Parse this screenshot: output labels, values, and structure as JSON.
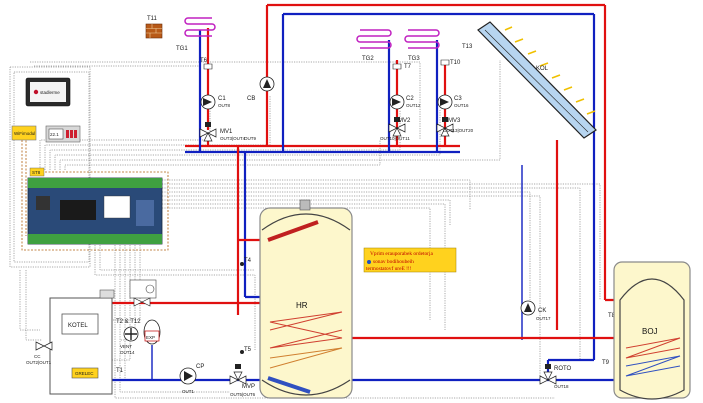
{
  "colors": {
    "hot": "#e01010",
    "cold": "#1020c0",
    "tank_fill": "#fdf7cc",
    "note_bg": "#ffd21e",
    "solar_glass": "#b7d5f0"
  },
  "controller": {
    "brand": "stadlerme",
    "wifi_label": "WiFimodul",
    "room_display": "22.1",
    "fuse_label": "ST8"
  },
  "sensors": {
    "t11": "T11",
    "t6": "T6",
    "t7": "T7",
    "t10": "T10",
    "t13": "T13",
    "t4": "T4",
    "t5": "T5",
    "t8": "T8",
    "t9": "T9",
    "t1": "T1",
    "t2_t12": "T2 & T12"
  },
  "heating_circuits": {
    "tg1": "TG1",
    "tg2": "TG2",
    "tg3": "TG3"
  },
  "pumps": {
    "c1": "C1",
    "c1_out": "OUT8",
    "cb": "CB",
    "cb_out": "OUT9",
    "c2": "C2",
    "c2_out": "OUT12",
    "c3": "C3",
    "c3_out": "OUT16",
    "ck": "CK",
    "ck_out": "OUT17",
    "cp": "CP",
    "cp_out": "OUT1"
  },
  "mixing_valves": {
    "mv1": "MV1",
    "mv1_out": "OUT3|OUT4",
    "mv2": "MV2",
    "mv2_out": "OUT10|OUT11",
    "mv3": "MV3",
    "mv3_out": "OUT13|OUT20",
    "mvp": "MVP",
    "mvp_out": "OUT5|OUT6",
    "roto": "ROTO",
    "roto_out": "OUT18"
  },
  "boiler": {
    "label": "KOTEL",
    "heater_label": "GRELEC",
    "cc_label": "CC",
    "cc_out": "OUT2|OUT1",
    "vent_label": "VENT",
    "vent_out": "OUT14",
    "expansion_label": "EXP"
  },
  "solar": {
    "label": "KOL"
  },
  "storage_tank": {
    "label": "HR"
  },
  "dhw_tank": {
    "label": "BOJ"
  },
  "notice": {
    "line1": "Vprim erauporabek ordetorja",
    "line2": "sonav bodihoubeih",
    "line3": "termostatovf ureE !!!"
  }
}
